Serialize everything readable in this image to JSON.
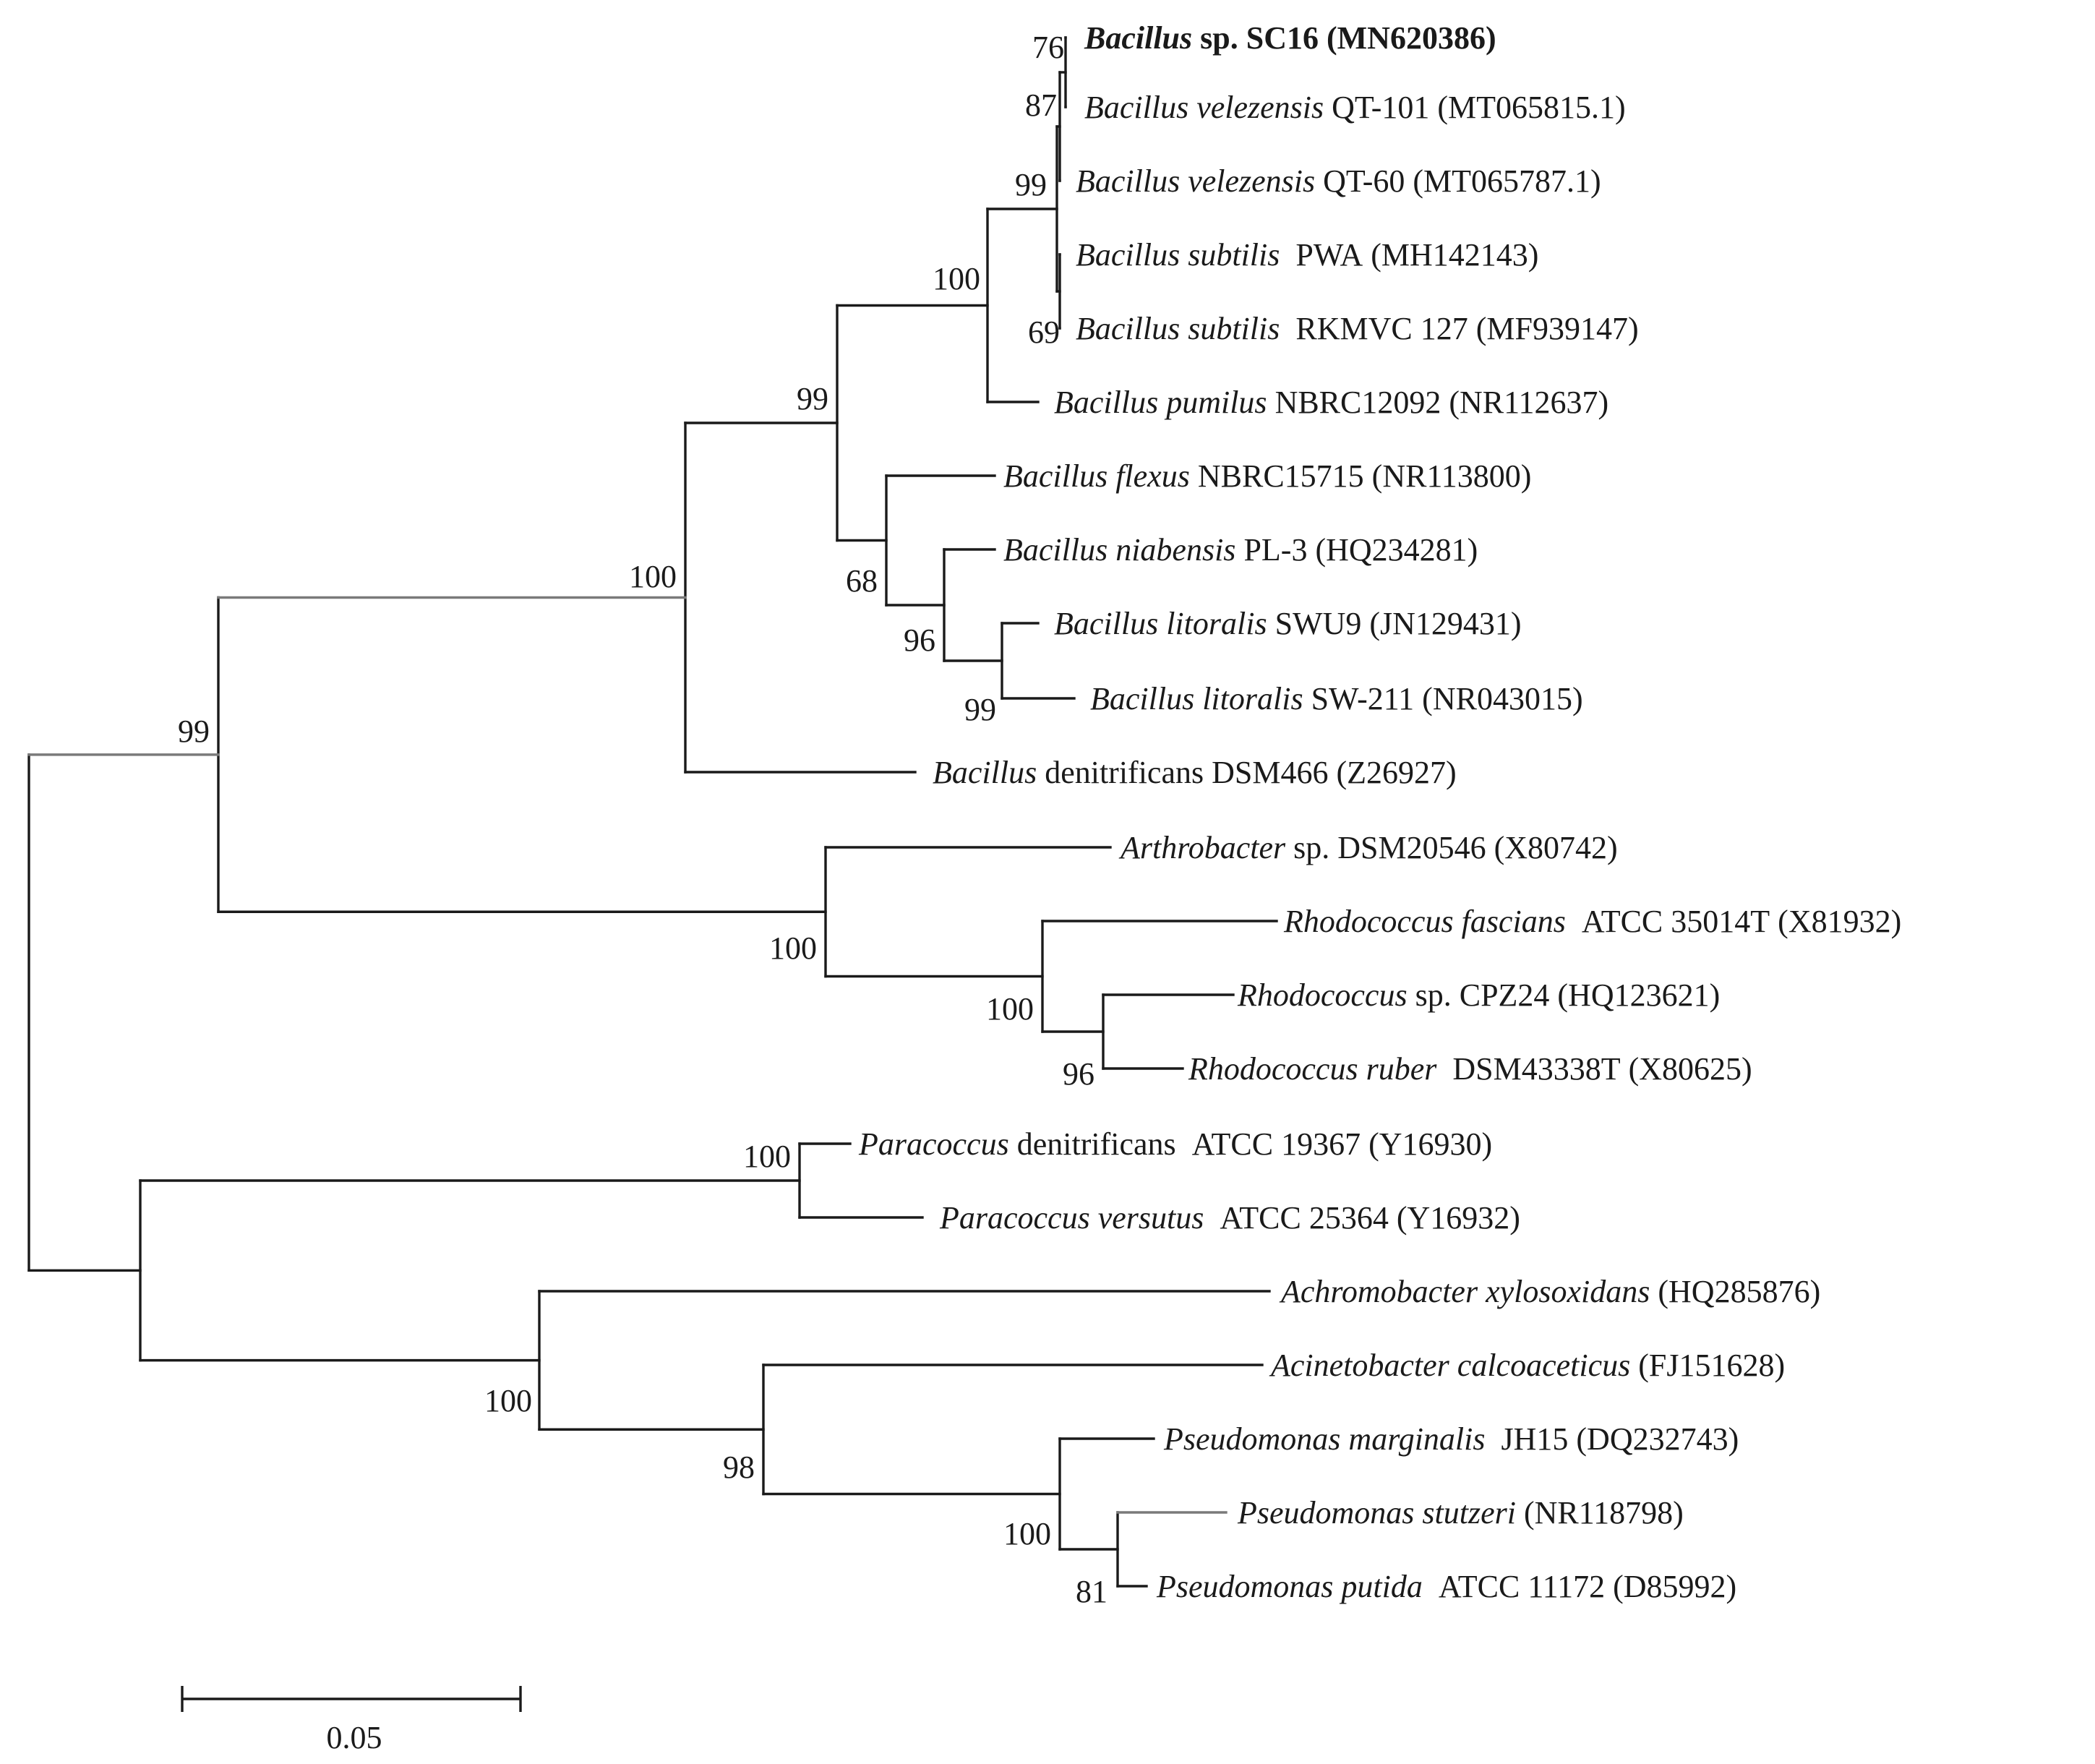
{
  "taxa": [
    {
      "id": "t1",
      "parts": [
        {
          "text": "Bacillus",
          "italic": true,
          "bold": true
        },
        {
          "text": " sp. SC16 (MN620386)",
          "bold": true
        }
      ]
    },
    {
      "id": "t2",
      "parts": [
        {
          "text": "Bacillus velezensis",
          "italic": true
        },
        {
          "text": " QT-101 (MT065815.1)"
        }
      ]
    },
    {
      "id": "t3",
      "parts": [
        {
          "text": "Bacillus velezensis",
          "italic": true
        },
        {
          "text": " QT-60 (MT065787.1)"
        }
      ]
    },
    {
      "id": "t4",
      "parts": [
        {
          "text": "Bacillus subtilis",
          "italic": true
        },
        {
          "text": "  PWA (MH142143)"
        }
      ]
    },
    {
      "id": "t5",
      "parts": [
        {
          "text": "Bacillus subtilis",
          "italic": true
        },
        {
          "text": "  RKMVC 127 (MF939147)"
        }
      ]
    },
    {
      "id": "t6",
      "parts": [
        {
          "text": "Bacillus pumilus",
          "italic": true
        },
        {
          "text": " NBRC12092 (NR112637)"
        }
      ]
    },
    {
      "id": "t7",
      "parts": [
        {
          "text": "Bacillus flexus",
          "italic": true
        },
        {
          "text": " NBRC15715 (NR113800)"
        }
      ]
    },
    {
      "id": "t8",
      "parts": [
        {
          "text": "Bacillus niabensis",
          "italic": true
        },
        {
          "text": " PL-3 (HQ234281)"
        }
      ]
    },
    {
      "id": "t9",
      "parts": [
        {
          "text": "Bacillus litoralis",
          "italic": true
        },
        {
          "text": " SWU9 (JN129431)"
        }
      ]
    },
    {
      "id": "t10",
      "parts": [
        {
          "text": "Bacillus litoralis",
          "italic": true
        },
        {
          "text": " SW-211 (NR043015)"
        }
      ]
    },
    {
      "id": "t11",
      "parts": [
        {
          "text": "Bacillus",
          "italic": true
        },
        {
          "text": " denitrificans DSM466 (Z26927)"
        }
      ]
    },
    {
      "id": "t12",
      "parts": [
        {
          "text": "Arthrobacter",
          "italic": true
        },
        {
          "text": " sp. DSM20546 (X80742)"
        }
      ]
    },
    {
      "id": "t13",
      "parts": [
        {
          "text": "Rhodococcus fascians",
          "italic": true
        },
        {
          "text": "  ATCC 35014T (X81932)"
        }
      ]
    },
    {
      "id": "t14",
      "parts": [
        {
          "text": "Rhodococcus",
          "italic": true
        },
        {
          "text": " sp. CPZ24 (HQ123621)"
        }
      ]
    },
    {
      "id": "t15",
      "parts": [
        {
          "text": "Rhodococcus ruber",
          "italic": true
        },
        {
          "text": "  DSM43338T (X80625)"
        }
      ]
    },
    {
      "id": "t16",
      "parts": [
        {
          "text": "Paracoccus",
          "italic": true
        },
        {
          "text": " denitrificans  ATCC 19367 (Y16930)"
        }
      ]
    },
    {
      "id": "t17",
      "parts": [
        {
          "text": "Paracoccus versutus",
          "italic": true
        },
        {
          "text": "  ATCC 25364 (Y16932)"
        }
      ]
    },
    {
      "id": "t18",
      "parts": [
        {
          "text": "Achromobacter xylosoxidans",
          "italic": true
        },
        {
          "text": " (HQ285876)"
        }
      ]
    },
    {
      "id": "t19",
      "parts": [
        {
          "text": "Acinetobacter calcoaceticus",
          "italic": true
        },
        {
          "text": " (FJ151628)"
        }
      ]
    },
    {
      "id": "t20",
      "parts": [
        {
          "text": "Pseudomonas marginalis",
          "italic": true
        },
        {
          "text": "  JH15 (DQ232743)"
        }
      ]
    },
    {
      "id": "t21",
      "parts": [
        {
          "text": "Pseudomonas stutzeri",
          "italic": true
        },
        {
          "text": " (NR118798)"
        }
      ]
    },
    {
      "id": "t22",
      "parts": [
        {
          "text": "Pseudomonas putida",
          "italic": true
        },
        {
          "text": "  ATCC 11172 (D85992)"
        }
      ]
    }
  ],
  "support_values": [
    {
      "node": "n_sc16",
      "value": "76"
    },
    {
      "node": "n_qt101",
      "value": "87"
    },
    {
      "node": "n_velezensis",
      "value": "99"
    },
    {
      "node": "n_bacillus_core",
      "value": "100"
    },
    {
      "node": "n_subtilis",
      "value": "69"
    },
    {
      "node": "n_bacillus_main",
      "value": "99"
    },
    {
      "node": "n_flexus_group",
      "value": "68"
    },
    {
      "node": "n_niabensis_group",
      "value": "96"
    },
    {
      "node": "n_litoralis",
      "value": "99"
    },
    {
      "node": "n_bacillus_all",
      "value": "100"
    },
    {
      "node": "n_gram_pos",
      "value": "99"
    },
    {
      "node": "n_actino",
      "value": "100"
    },
    {
      "node": "n_rhodo",
      "value": "100"
    },
    {
      "node": "n_rhodo_pair",
      "value": "96"
    },
    {
      "node": "n_paracoccus",
      "value": "100"
    },
    {
      "node": "n_achromo_group",
      "value": "100"
    },
    {
      "node": "n_acineto_group",
      "value": "98"
    },
    {
      "node": "n_pseudomonas",
      "value": "100"
    },
    {
      "node": "n_pseudo_pair",
      "value": "81"
    }
  ],
  "scale_bar": {
    "label": "0.05",
    "value": 0.05
  },
  "colors": {
    "branch": "#1a1a1a",
    "branch_light": "#7a7a7a",
    "text": "#1a1a1a",
    "background": "#ffffff"
  }
}
